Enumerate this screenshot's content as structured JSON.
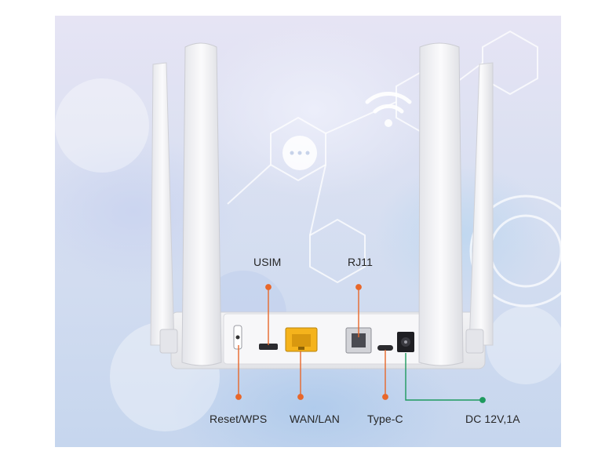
{
  "labels": {
    "usim": "USIM",
    "rj11": "RJ11",
    "reset_wps": "Reset/WPS",
    "wan_lan": "WAN/LAN",
    "type_c": "Type-C",
    "dc": "DC 12V,1A"
  },
  "colors": {
    "leader_orange": "#e8672a",
    "leader_green": "#1e9a5e",
    "ethernet_yellow": "#f5b31c"
  },
  "icons": [
    "chat-bubble-icon",
    "wifi-icon"
  ]
}
